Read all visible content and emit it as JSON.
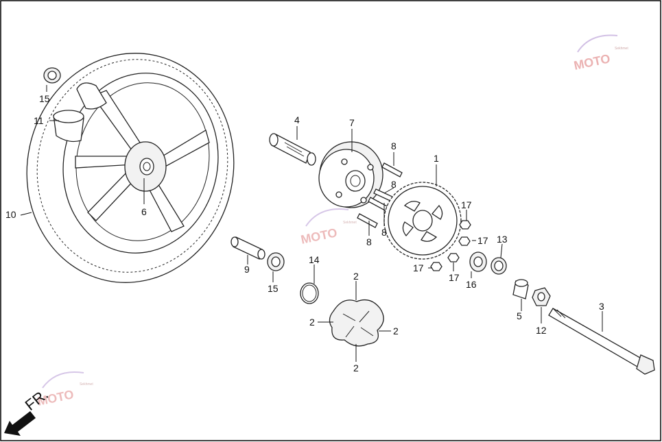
{
  "callouts": {
    "c15a": "15",
    "c11": "11",
    "c10": "10",
    "c6": "6",
    "c4": "4",
    "c7": "7",
    "c8a": "8",
    "c8b": "8",
    "c8c": "8",
    "c8d": "8",
    "c1": "1",
    "c17a": "17",
    "c17b": "17",
    "c17c": "17",
    "c17d": "17",
    "c13": "13",
    "c16": "16",
    "c9": "9",
    "c15b": "15",
    "c14": "14",
    "c2a": "2",
    "c2b": "2",
    "c2c": "2",
    "c2d": "2",
    "c5": "5",
    "c12": "12",
    "c3": "3"
  },
  "direction": {
    "label": "FR."
  },
  "watermark": {
    "text": "MOTO",
    "subtext": "Sekhmet",
    "logo": "moto-watermark-logo"
  },
  "colors": {
    "line": "#222222",
    "watermark": "#e8a5a5",
    "background": "#ffffff"
  }
}
